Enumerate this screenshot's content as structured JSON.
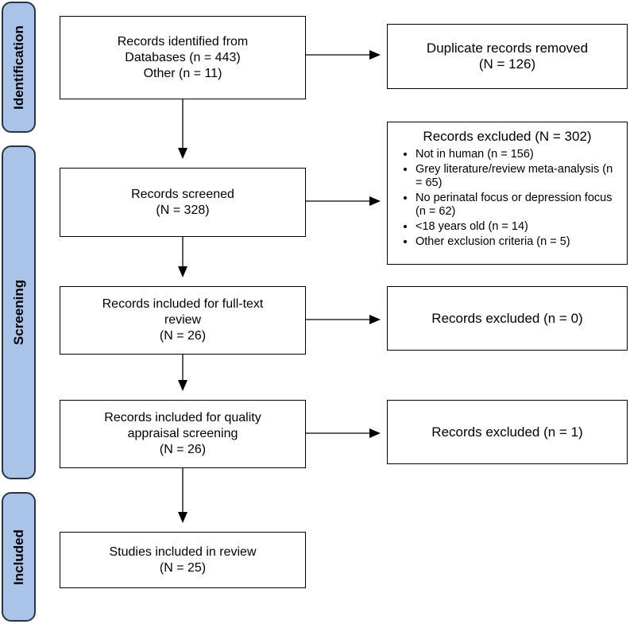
{
  "phases": {
    "identification": "Identification",
    "screening": "Screening",
    "included": "Included"
  },
  "boxes": {
    "identified": [
      "Records identified from",
      "Databases (n = 443)",
      "Other (n = 11)"
    ],
    "duplicates": [
      "Duplicate records removed",
      "(N = 126)"
    ],
    "screened": [
      "Records screened",
      "(N = 328)"
    ],
    "excluded_screen": {
      "title": "Records excluded (N = 302)",
      "items": [
        "Not in human (n = 156)",
        "Grey literature/review meta-analysis (n = 65)",
        "No perinatal focus or depression focus (n = 62)",
        "<18 years old (n = 14)",
        "Other exclusion criteria (n = 5)"
      ]
    },
    "fulltext": [
      "Records included for full-text",
      "review",
      "(N = 26)"
    ],
    "excluded_fulltext": [
      "Records excluded (n = 0)"
    ],
    "quality": [
      "Records included for quality",
      "appraisal screening",
      "(N = 26)"
    ],
    "excluded_quality": [
      "Records excluded (n = 1)"
    ],
    "included": [
      "Studies included in review",
      "(N = 25)"
    ]
  }
}
